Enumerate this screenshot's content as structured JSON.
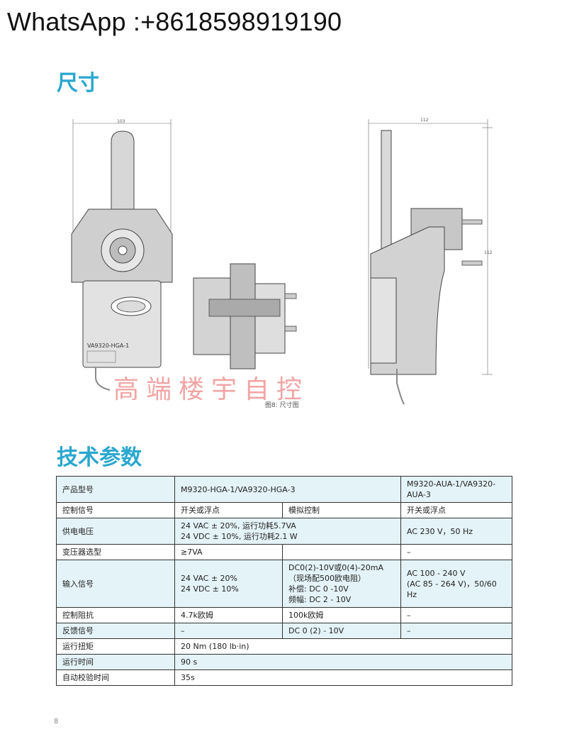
{
  "whatsapp": "WhatsApp :+8618598919190",
  "section_dimensions": "尺寸",
  "figure": {
    "dim_front_width": "103",
    "dim_side_width": "112",
    "dim_side_height": "112",
    "device_label": "VA9320-HGA-1",
    "caption": "图8: 尺寸图"
  },
  "watermark": "高端楼宇自控",
  "section_tech": "技术参数",
  "table": {
    "rows": [
      {
        "h": "产品型号",
        "c1": "M9320-HGA-1/VA9320-HGA-3",
        "c3": "M9320-AUA-1/VA9320-AUA-3"
      },
      {
        "h": "控制信号",
        "c1": "开关或浮点",
        "c2": "模拟控制",
        "c3": "开关或浮点"
      },
      {
        "h": "供电电压",
        "c1a": "24 VAC ± 20%, 运行功耗5.7VA",
        "c1b": "24 VDC ± 10%, 运行功耗2.1 W",
        "c3": "AC 230 V，50 Hz"
      },
      {
        "h": "变压器选型",
        "c1": "≥7VA",
        "c2": "",
        "c3": "–"
      },
      {
        "h": "输入信号",
        "c1a": "24 VAC ± 20%",
        "c1b": "24 VDC ± 10%",
        "c2a": "DC0(2)-10V或0(4)-20mA",
        "c2b": "（现场配500欧电阻）",
        "c2c": "补偿: DC 0 -10V",
        "c2d": "频幅: DC 2 - 10V",
        "c3a": "AC 100 - 240 V",
        "c3b": "(AC 85 - 264 V)，50/60 Hz"
      },
      {
        "h": "控制阻抗",
        "c1": "4.7k欧姆",
        "c2": "100k欧姆",
        "c3": "–"
      },
      {
        "h": "反馈信号",
        "c1": "–",
        "c2": "DC 0 (2) - 10V",
        "c3": "–"
      },
      {
        "h": "运行扭矩",
        "c1": "20 Nm (180 lb·in)"
      },
      {
        "h": "运行时间",
        "c1": "90 s"
      },
      {
        "h": "自动校验时间",
        "c1": "35s"
      }
    ]
  },
  "page_number": "8"
}
